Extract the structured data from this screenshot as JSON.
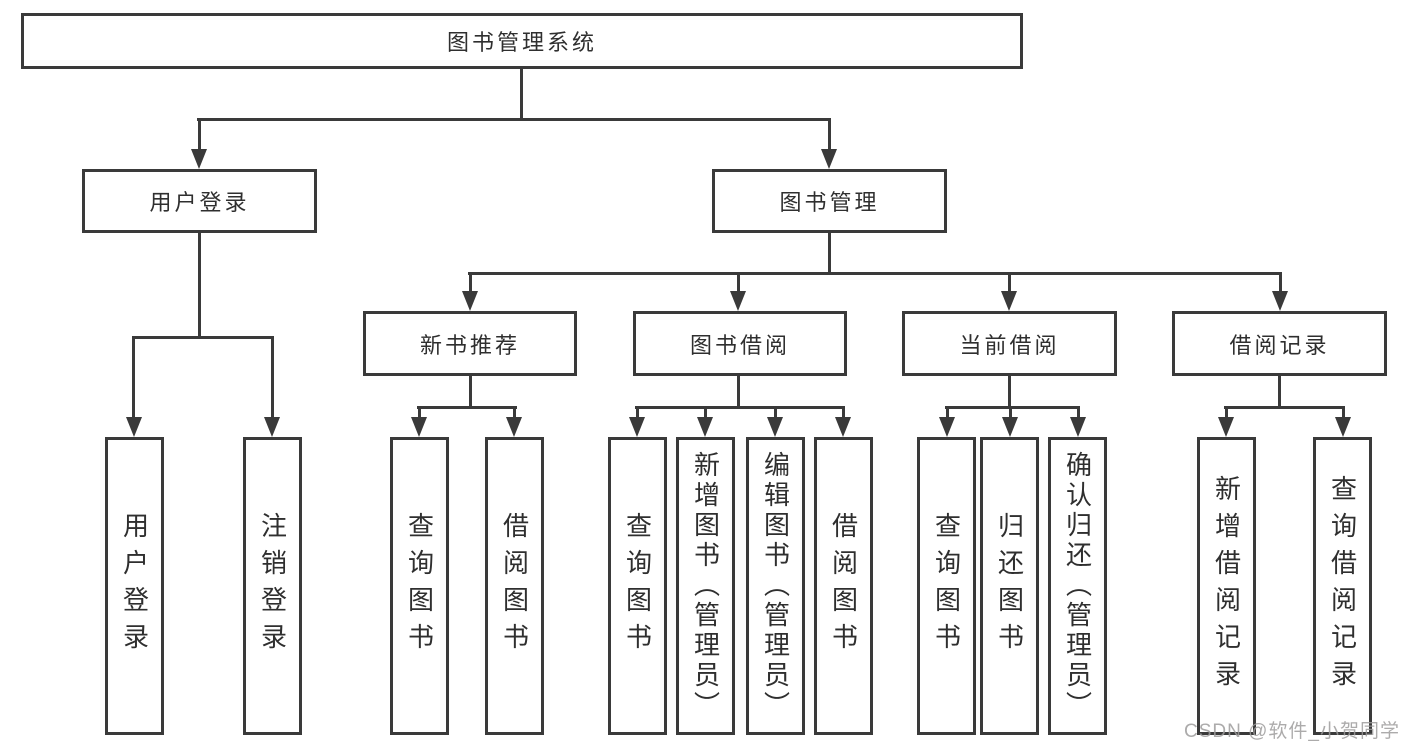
{
  "colors": {
    "line": "#3a3a3a",
    "text": "#2f2f2f",
    "box_background": "#ffffff",
    "watermark": "#9e9c9c"
  },
  "root": {
    "label": "图书管理系统"
  },
  "branches": {
    "user_login": {
      "label": "用户登录",
      "children": {
        "login": {
          "label": "用户登录"
        },
        "logout": {
          "label": "注销登录"
        }
      }
    },
    "book_mgmt": {
      "label": "图书管理",
      "sections": {
        "new_book": {
          "label": "新书推荐",
          "children": {
            "query": {
              "label": "查询图书"
            },
            "borrow": {
              "label": "借阅图书"
            }
          }
        },
        "borrowing": {
          "label": "图书借阅",
          "children": {
            "query": {
              "label": "查询图书"
            },
            "add": {
              "label": "新增图书（管理员）"
            },
            "edit": {
              "label": "编辑图书（管理员）"
            },
            "borrow": {
              "label": "借阅图书"
            }
          }
        },
        "current": {
          "label": "当前借阅",
          "children": {
            "query": {
              "label": "查询图书"
            },
            "return": {
              "label": "归还图书"
            },
            "confirm": {
              "label": "确认归还（管理员）"
            }
          }
        },
        "records": {
          "label": "借阅记录",
          "children": {
            "add": {
              "label": "新增借阅记录"
            },
            "query": {
              "label": "查询借阅记录"
            }
          }
        }
      }
    }
  },
  "watermark": {
    "text": "CSDN @软件_小贺同学"
  }
}
